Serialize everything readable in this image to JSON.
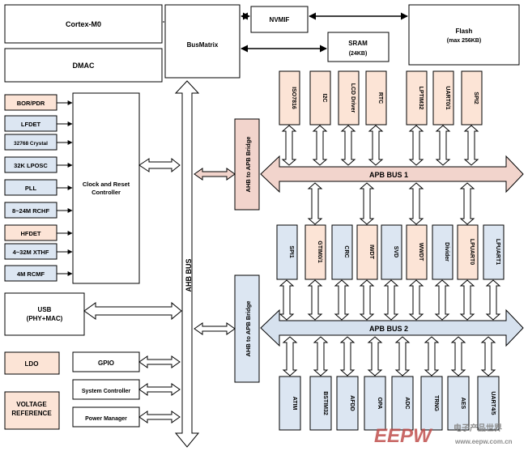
{
  "colors": {
    "white": "#ffffff",
    "peach": "#fce4d6",
    "blue": "#dce6f2",
    "bus1": "#f2d4cc",
    "bus2": "#d6e1ee",
    "stroke": "#000000",
    "watermark_red": "#c0504d",
    "watermark_gray": "#8c8c8c"
  },
  "blocks": {
    "cortex": "Cortex-M0",
    "dmac": "DMAC",
    "busmatrix": "BusMatrix",
    "nvmif": "NVMIF",
    "sram": "SRAM",
    "sram_sub": "(24KB)",
    "flash": "Flash",
    "flash_sub": "(max 256KB)",
    "clock1": "Clock and Reset",
    "clock2": "Controller",
    "usb1": "USB",
    "usb2": "(PHY+MAC)",
    "ldo": "LDO",
    "vref1": "VOLTAGE",
    "vref2": "REFERENCE",
    "gpio": "GPIO",
    "sysctrl": "System Controller",
    "powermgr": "Power Manager",
    "ahb_bus": "AHB BUS",
    "bridge1": "AHB to APB Bridge",
    "bridge2": "AHB to APB Bridge",
    "apb1": "APB BUS 1",
    "apb2": "APB BUS 2"
  },
  "clock_sources": [
    "BOR/PDR",
    "LFDET",
    "32768 Crystal",
    "32K LPOSC",
    "PLL",
    "8~24M RCHF",
    "HFDET",
    "4~32M XTHF",
    "4M RCMF"
  ],
  "apb1_top": [
    "ISO7816",
    "I2C",
    "LCD Driver",
    "RTC",
    "LPTIM32",
    "UART0/1",
    "SPI2"
  ],
  "apb1_bottom": [
    "SPI1",
    "GTIM0/1",
    "CRC",
    "IWDT",
    "SVD",
    "WWDT",
    "Divider",
    "LPUART0",
    "LPUART1"
  ],
  "apb2_bottom": [
    "ATIM",
    "BSTIM32",
    "AFDD",
    "OPA",
    "ADC",
    "TRNG",
    "AES",
    "UART4/5"
  ],
  "watermark": {
    "logo": "EEPW",
    "site": "电子产品世界",
    "url": "www.eepw.com.cn"
  }
}
